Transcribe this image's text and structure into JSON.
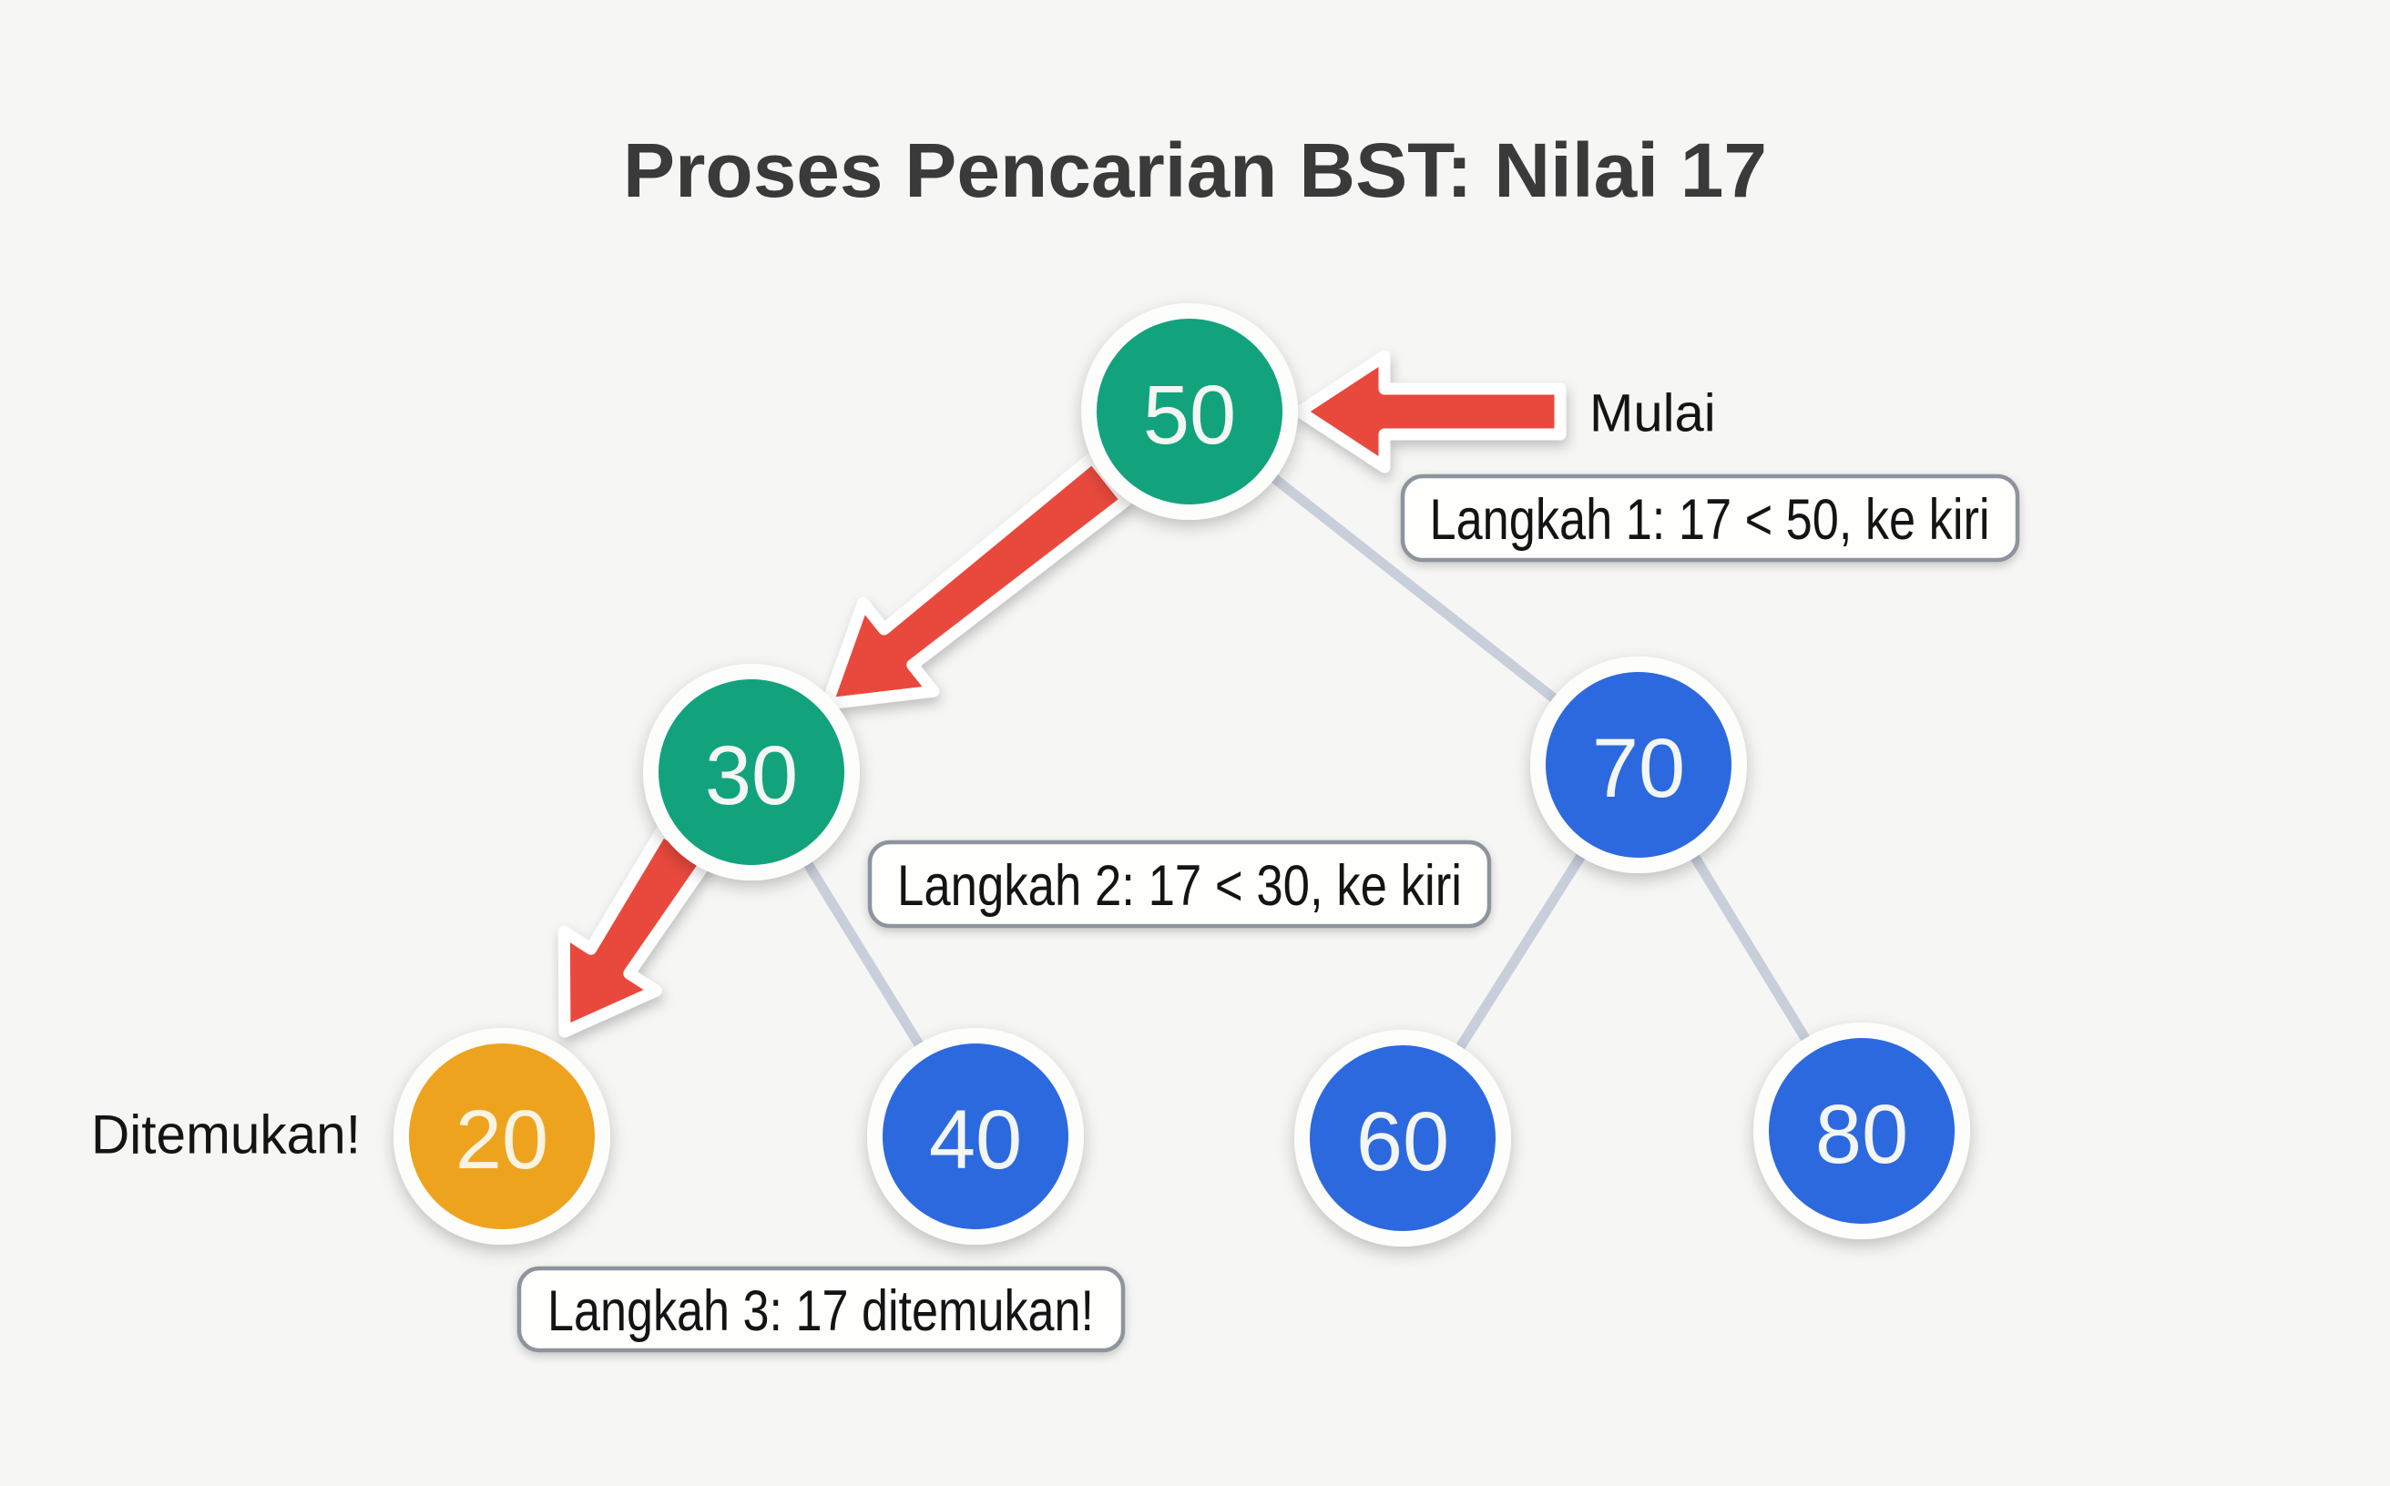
{
  "title": "Proses Pencarian BST: Nilai 17",
  "search_value": "17",
  "annotations": {
    "start": "Mulai",
    "found": "Ditemukan!",
    "steps": [
      "Langkah 1: 17 < 50, ke kiri",
      "Langkah 2: 17 < 30, ke kiri",
      "Langkah 3: 17 ditemukan!"
    ]
  },
  "tree": {
    "nodes": [
      {
        "value": "50",
        "role": "root",
        "state": "visited"
      },
      {
        "value": "30",
        "role": "left-child",
        "state": "visited"
      },
      {
        "value": "70",
        "role": "right-child",
        "state": "unvisited"
      },
      {
        "value": "20",
        "role": "leaf",
        "state": "found"
      },
      {
        "value": "40",
        "role": "leaf",
        "state": "unvisited"
      },
      {
        "value": "60",
        "role": "leaf",
        "state": "unvisited"
      },
      {
        "value": "80",
        "role": "leaf",
        "state": "unvisited"
      }
    ],
    "visible_edges": [
      [
        "50",
        "70"
      ],
      [
        "30",
        "40"
      ],
      [
        "70",
        "60"
      ],
      [
        "70",
        "80"
      ]
    ],
    "search_path": [
      "50",
      "30",
      "20"
    ]
  },
  "colors": {
    "visited_node": "#12a37d",
    "unvisited_node": "#2d69de",
    "found_node": "#eea31f",
    "arrow_red": "#e9483e",
    "edge_gray": "#c8cfdb",
    "background": "#f6f6f4",
    "title_text": "#3a3a3a",
    "label_text": "#141414"
  }
}
